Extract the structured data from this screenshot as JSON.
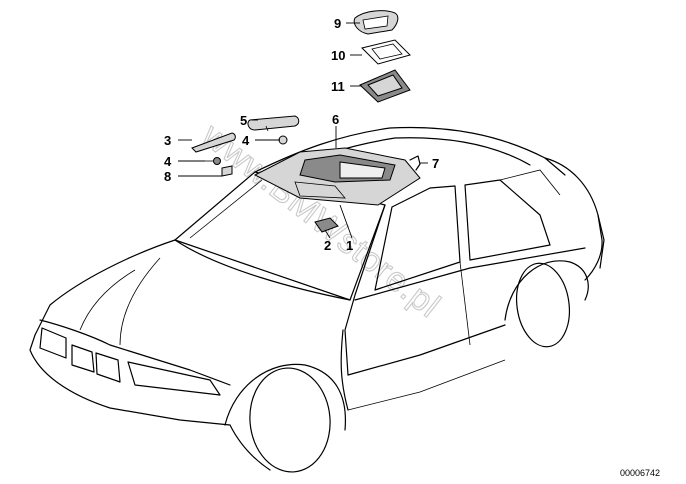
{
  "callouts": [
    "1",
    "2",
    "3",
    "4",
    "4",
    "5",
    "6",
    "7",
    "8",
    "9",
    "10",
    "11"
  ],
  "watermark": "www.BMWstore.pl",
  "doc_number": "00006742"
}
